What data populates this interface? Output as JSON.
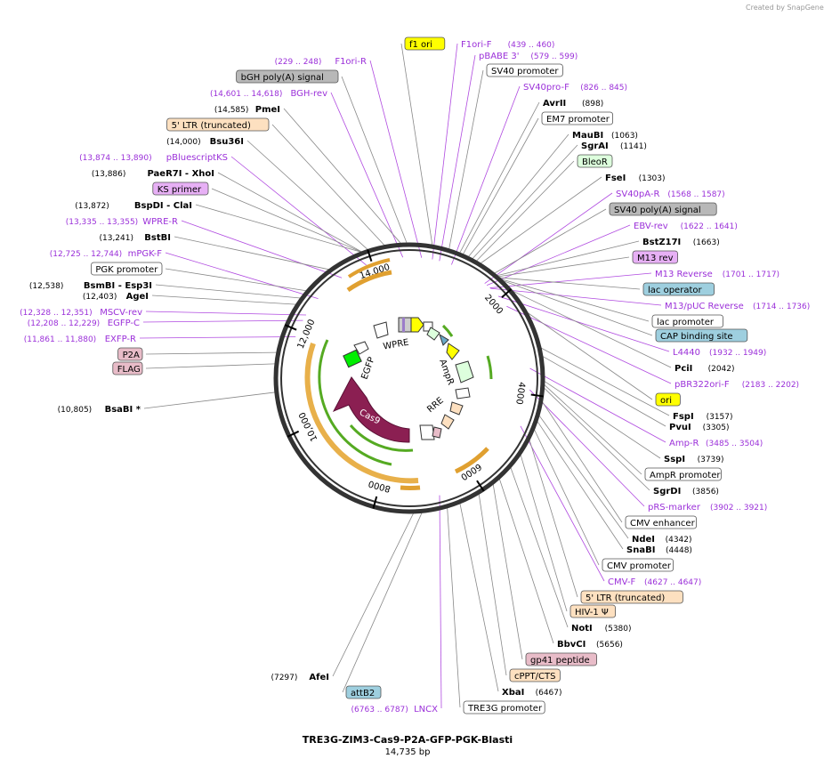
{
  "watermark": "Created by SnapGene",
  "plasmid": {
    "name": "TRE3G-ZIM3-Cas9-P2A-GFP-PGK-Blasti",
    "length": "14,735 bp",
    "length_bp": 14735
  },
  "ticks": [
    "2000",
    "4000",
    "6000",
    "8000",
    "10,000",
    "12,000",
    "14,000"
  ],
  "colors": {
    "enzyme": "#000000",
    "primer": "#9b30d9",
    "primer_line": "#b04ae0",
    "cas9": "#8b1f52",
    "egfp": "#00ee00",
    "yellow": "#ffff00",
    "orange": "#e0a030",
    "green": "#55aa22"
  },
  "inner_features": [
    {
      "label": "Cas9",
      "color": "#8b1f52"
    },
    {
      "label": "EGFP",
      "color": "#00ee00"
    },
    {
      "label": "WPRE",
      "color": "#ffffff"
    },
    {
      "label": "AmpR",
      "color": "#ddffdd"
    },
    {
      "label": "RRE",
      "color": "#ffffff"
    }
  ],
  "right_labels": [
    {
      "kind": "feature",
      "name": "f1 ori",
      "color": "#ffff00"
    },
    {
      "kind": "primer",
      "name": "F1ori-F",
      "pos": "(439 .. 460)"
    },
    {
      "kind": "primer",
      "name": "pBABE 3'",
      "pos": "(579 .. 599)"
    },
    {
      "kind": "feature",
      "name": "SV40 promoter",
      "color": "#ffffff"
    },
    {
      "kind": "primer",
      "name": "SV40pro-F",
      "pos": "(826 .. 845)"
    },
    {
      "kind": "enzyme",
      "name": "AvrII",
      "pos": "(898)"
    },
    {
      "kind": "feature",
      "name": "EM7 promoter",
      "color": "#ffffff"
    },
    {
      "kind": "enzyme",
      "name": "MauBI",
      "pos": "(1063)"
    },
    {
      "kind": "enzyme",
      "name": "SgrAI",
      "pos": "(1141)"
    },
    {
      "kind": "feature",
      "name": "BleoR",
      "color": "#ddffdd"
    },
    {
      "kind": "enzyme",
      "name": "FseI",
      "pos": "(1303)"
    },
    {
      "kind": "primer",
      "name": "SV40pA-R",
      "pos": "(1568 .. 1587)"
    },
    {
      "kind": "feature",
      "name": "SV40 poly(A) signal",
      "color": "#b8b8b8"
    },
    {
      "kind": "primer",
      "name": "EBV-rev",
      "pos": "(1622 .. 1641)"
    },
    {
      "kind": "enzyme",
      "name": "BstZ17I",
      "pos": "(1663)"
    },
    {
      "kind": "feature",
      "name": "M13 rev",
      "color": "#e7b0f5"
    },
    {
      "kind": "primer",
      "name": "M13 Reverse",
      "pos": "(1701 .. 1717)"
    },
    {
      "kind": "feature",
      "name": "lac operator",
      "color": "#9ecfdf"
    },
    {
      "kind": "primer",
      "name": "M13/pUC Reverse",
      "pos": "(1714 .. 1736)"
    },
    {
      "kind": "feature",
      "name": "lac promoter",
      "color": "#ffffff"
    },
    {
      "kind": "feature",
      "name": "CAP binding site",
      "color": "#9ecfdf"
    },
    {
      "kind": "primer",
      "name": "L4440",
      "pos": "(1932 .. 1949)"
    },
    {
      "kind": "enzyme",
      "name": "PciI",
      "pos": "(2042)"
    },
    {
      "kind": "primer",
      "name": "pBR322ori-F",
      "pos": "(2183 .. 2202)"
    },
    {
      "kind": "feature",
      "name": "ori",
      "color": "#ffff00"
    },
    {
      "kind": "enzyme",
      "name": "FspI",
      "pos": "(3157)"
    },
    {
      "kind": "enzyme",
      "name": "PvuI",
      "pos": "(3305)"
    },
    {
      "kind": "primer",
      "name": "Amp-R",
      "pos": "(3485 .. 3504)"
    },
    {
      "kind": "enzyme",
      "name": "SspI",
      "pos": "(3739)"
    },
    {
      "kind": "feature",
      "name": "AmpR promoter",
      "color": "#ffffff"
    },
    {
      "kind": "enzyme",
      "name": "SgrDI",
      "pos": "(3856)"
    },
    {
      "kind": "primer",
      "name": "pRS-marker",
      "pos": "(3902 .. 3921)"
    },
    {
      "kind": "feature",
      "name": "CMV enhancer",
      "color": "#ffffff"
    },
    {
      "kind": "enzyme",
      "name": "NdeI",
      "pos": "(4342)"
    },
    {
      "kind": "enzyme",
      "name": "SnaBI",
      "pos": "(4448)"
    },
    {
      "kind": "feature",
      "name": "CMV promoter",
      "color": "#ffffff"
    },
    {
      "kind": "primer",
      "name": "CMV-F",
      "pos": "(4627 .. 4647)"
    },
    {
      "kind": "feature",
      "name": "5' LTR (truncated)",
      "color": "#fde0c0"
    },
    {
      "kind": "feature",
      "name": "HIV-1 Ψ",
      "color": "#fde0c0"
    },
    {
      "kind": "enzyme",
      "name": "NotI",
      "pos": "(5380)"
    },
    {
      "kind": "enzyme",
      "name": "BbvCI",
      "pos": "(5656)"
    },
    {
      "kind": "feature",
      "name": "gp41 peptide",
      "color": "#e8bcc8"
    },
    {
      "kind": "feature",
      "name": "cPPT/CTS",
      "color": "#fde0c0"
    },
    {
      "kind": "enzyme",
      "name": "XbaI",
      "pos": "(6467)"
    },
    {
      "kind": "feature",
      "name": "TRE3G promoter",
      "color": "#ffffff"
    }
  ],
  "left_labels": [
    {
      "kind": "primer",
      "name": "F1ori-R",
      "pos": "(229 .. 248)"
    },
    {
      "kind": "feature",
      "name": "bGH poly(A) signal",
      "color": "#b8b8b8"
    },
    {
      "kind": "primer",
      "name": "BGH-rev",
      "pos": "(14,601 .. 14,618)"
    },
    {
      "kind": "enzyme",
      "name": "PmeI",
      "pos": "(14,585)"
    },
    {
      "kind": "feature",
      "name": "5' LTR (truncated)",
      "color": "#fde0c0"
    },
    {
      "kind": "enzyme",
      "name": "Bsu36I",
      "pos": "(14,000)"
    },
    {
      "kind": "primer",
      "name": "pBluescriptKS",
      "pos": "(13,874 .. 13,890)"
    },
    {
      "kind": "enzyme",
      "name": "PaeR7I  - XhoI",
      "pos": "(13,886)"
    },
    {
      "kind": "feature",
      "name": "KS primer",
      "color": "#e7b0f5"
    },
    {
      "kind": "enzyme",
      "name": "BspDI  - ClaI",
      "pos": "(13,872)"
    },
    {
      "kind": "primer",
      "name": "WPRE-R",
      "pos": "(13,335 .. 13,355)"
    },
    {
      "kind": "enzyme",
      "name": "BstBI",
      "pos": "(13,241)"
    },
    {
      "kind": "primer",
      "name": "mPGK-F",
      "pos": "(12,725 .. 12,744)"
    },
    {
      "kind": "feature",
      "name": "PGK promoter",
      "color": "#ffffff"
    },
    {
      "kind": "enzyme",
      "name": "BsmBI  - Esp3I",
      "pos": "(12,538)"
    },
    {
      "kind": "enzyme",
      "name": "AgeI",
      "pos": "(12,403)"
    },
    {
      "kind": "primer",
      "name": "MSCV-rev",
      "pos": "(12,328 .. 12,351)"
    },
    {
      "kind": "primer",
      "name": "EGFP-C",
      "pos": "(12,208 .. 12,229)"
    },
    {
      "kind": "primer",
      "name": "EXFP-R",
      "pos": "(11,861 .. 11,880)"
    },
    {
      "kind": "feature",
      "name": "P2A",
      "color": "#e8bcc8"
    },
    {
      "kind": "feature",
      "name": "FLAG",
      "color": "#e8bcc8"
    },
    {
      "kind": "enzyme",
      "name": "BsaBI *",
      "pos": "(10,805)"
    }
  ],
  "bottom_labels": [
    {
      "kind": "enzyme",
      "name": "AfeI",
      "pos": "(7297)"
    },
    {
      "kind": "feature",
      "name": "attB2",
      "color": "#9ecfdf"
    },
    {
      "kind": "primer",
      "name": "LNCX",
      "pos": "(6763 .. 6787)"
    }
  ]
}
